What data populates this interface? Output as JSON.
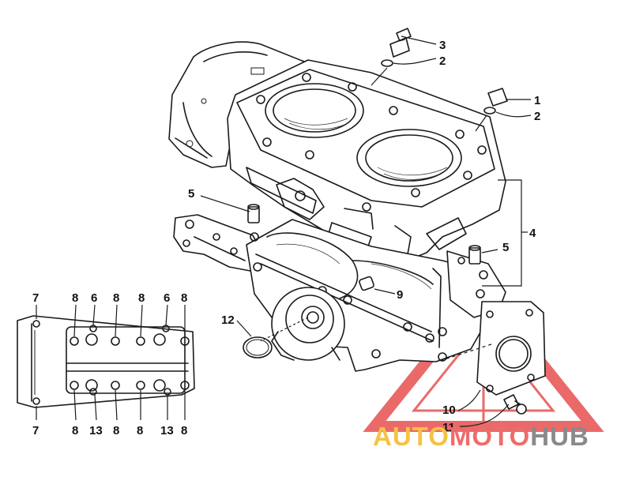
{
  "callouts": {
    "c1": "1",
    "c2a": "2",
    "c2b": "2",
    "c3": "3",
    "c4": "4",
    "c5a": "5",
    "c5b": "5",
    "c9": "9",
    "c10": "10",
    "c11": "11",
    "c12": "12"
  },
  "gasket_callouts": {
    "top": [
      "7",
      "8",
      "6",
      "8",
      "8",
      "6",
      "8"
    ],
    "bottom": [
      "7",
      "8",
      "13",
      "8",
      "8",
      "13",
      "8"
    ]
  },
  "watermark": {
    "part1": "AUTO",
    "part2": "MOTO",
    "part3": "HUB",
    "colors": {
      "auto": "#f5c242",
      "moto": "#ef6b6b",
      "hub": "#8a8a8a",
      "triangle": "#e85a5a"
    }
  }
}
